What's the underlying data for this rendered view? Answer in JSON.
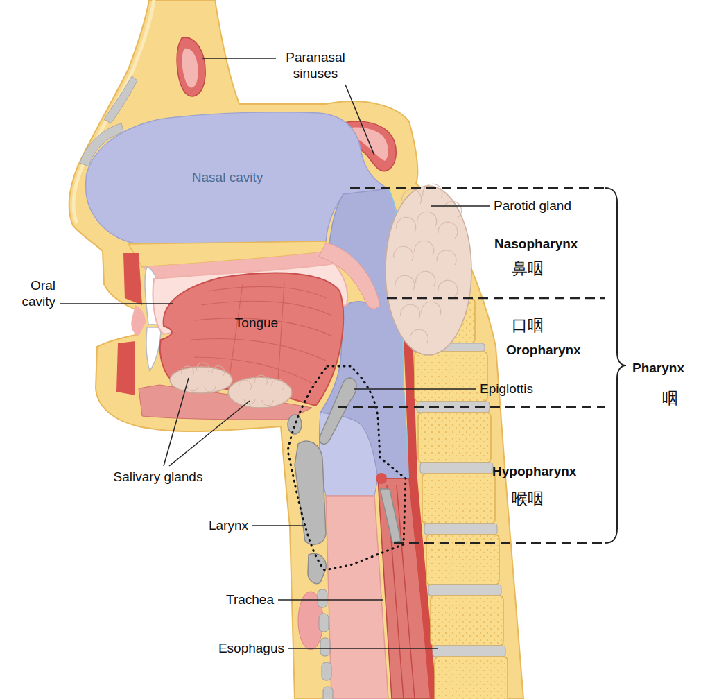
{
  "diagram": {
    "labels": [
      "Paranasal sinuses",
      "Nasal cavity",
      "Parotid gland",
      "Nasopharynx",
      "鼻咽",
      "Oral cavity",
      "Tongue",
      "口咽",
      "Oropharynx",
      "Pharynx",
      "咽",
      "Epiglottis",
      "Hypopharynx",
      "喉咽",
      "Salivary glands",
      "Larynx",
      "Trachea",
      "Esophagus"
    ]
  }
}
